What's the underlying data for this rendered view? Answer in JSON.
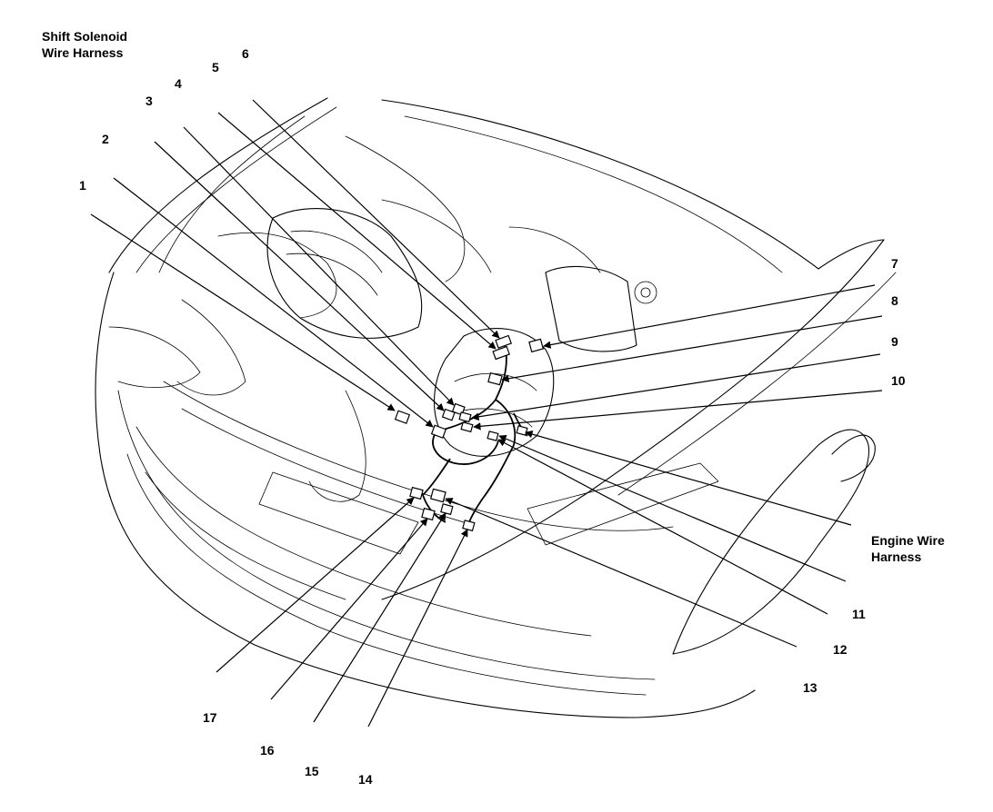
{
  "harness_labels": {
    "shift_solenoid_line1": "Shift Solenoid",
    "shift_solenoid_line2": "Wire Harness",
    "engine_line1": "Engine Wire",
    "engine_line2": "Harness"
  },
  "callouts": {
    "c1": "1",
    "c2": "2",
    "c3": "3",
    "c4": "4",
    "c5": "5",
    "c6": "6",
    "c7": "7",
    "c8": "8",
    "c9": "9",
    "c10": "10",
    "c11": "11",
    "c12": "12",
    "c13": "13",
    "c14": "14",
    "c15": "15",
    "c16": "16",
    "c17": "17"
  }
}
